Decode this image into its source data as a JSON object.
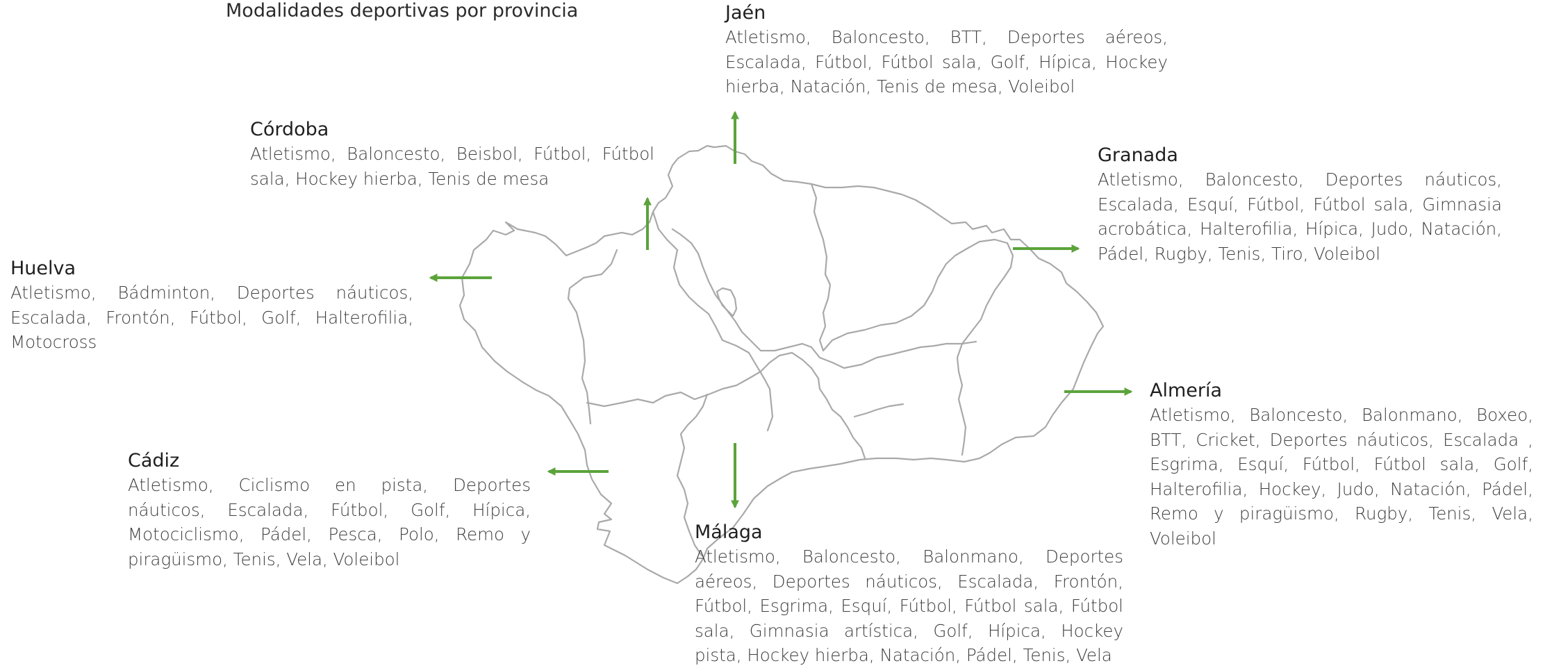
{
  "title": "Modalidades deportivas por provincia",
  "colors": {
    "arrow": "#5ba33b",
    "border": "#a9a9a9",
    "text": "#3f3f3f"
  },
  "provinces": {
    "jaen": {
      "name": "Jaén",
      "sports": "Atletismo, Baloncesto, BTT, Deportes aéreos, Escalada, Fútbol, Fútbol sala, Golf, Hípica, Hockey hierba, Natación, Tenis de mesa, Voleibol"
    },
    "cordoba": {
      "name": "Córdoba",
      "sports": "Atletismo, Baloncesto, Beisbol, Fútbol, Fútbol sala, Hockey hierba, Tenis de mesa"
    },
    "granada": {
      "name": "Granada",
      "sports": "Atletismo, Baloncesto, Deportes náuticos, Escalada, Esquí, Fútbol, Fútbol sala, Gimnasia acrobática, Halterofilia, Hípica, Judo, Natación, Pádel, Rugby, Tenis, Tiro, Voleibol"
    },
    "huelva": {
      "name": "Huelva",
      "sports": "Atletismo, Bádminton, Deportes náuticos, Escalada, Frontón, Fútbol, Golf, Halterofilia, Motocross"
    },
    "almeria": {
      "name": "Almería",
      "sports": "Atletismo, Baloncesto, Balonmano, Boxeo, BTT, Cricket, Deportes náuticos, Escalada , Esgrima, Esquí, Fútbol, Fútbol sala, Golf, Halterofilia, Hockey, Judo, Natación, Pádel, Remo y piragüismo, Rugby, Tenis, Vela, Voleibol"
    },
    "cadiz": {
      "name": "Cádiz",
      "sports": "Atletismo, Ciclismo en pista, Deportes náuticos, Escalada, Fútbol, Golf, Hípica, Motociclismo, Pádel, Pesca, Polo, Remo y piragüismo, Tenis, Vela, Voleibol"
    },
    "malaga": {
      "name": "Málaga",
      "sports": "Atletismo, Baloncesto, Balonmano, Deportes aéreos, Deportes náuticos, Escalada, Frontón, Fútbol, Esgrima, Esquí, Fútbol, Fútbol sala, Fútbol sala, Gimnasia artística, Golf, Hípica, Hockey pista, Hockey hierba, Natación, Pádel, Tenis, Vela"
    }
  }
}
